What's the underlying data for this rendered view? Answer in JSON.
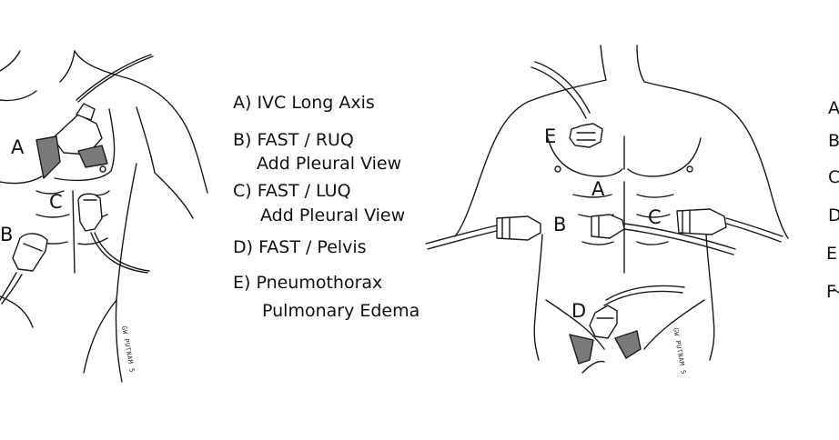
{
  "legend": {
    "a": "A) IVC Long Axis",
    "b1": "B) FAST / RUQ",
    "b2": "Add Pleural View",
    "c1": "C) FAST / LUQ",
    "c2": "Add Pleural View",
    "d": "D) FAST / Pelvis",
    "e1": "E) Pneumothorax",
    "e2": "Pulmonary Edema"
  },
  "left_figure": {
    "labels": {
      "a": "A",
      "b": "B",
      "c": "C"
    }
  },
  "right_figure": {
    "labels": {
      "a": "A",
      "b": "B",
      "c": "C",
      "d": "D",
      "e": "E"
    },
    "signature": "GW PUTNAM 5"
  },
  "right_edge_legend": {
    "letters": [
      "A",
      "B",
      "C",
      "D",
      "E",
      "F"
    ]
  },
  "colors": {
    "ink": "#1a1a1a",
    "probe_fill": "#ffffff",
    "beam": "#7a7a7a"
  }
}
